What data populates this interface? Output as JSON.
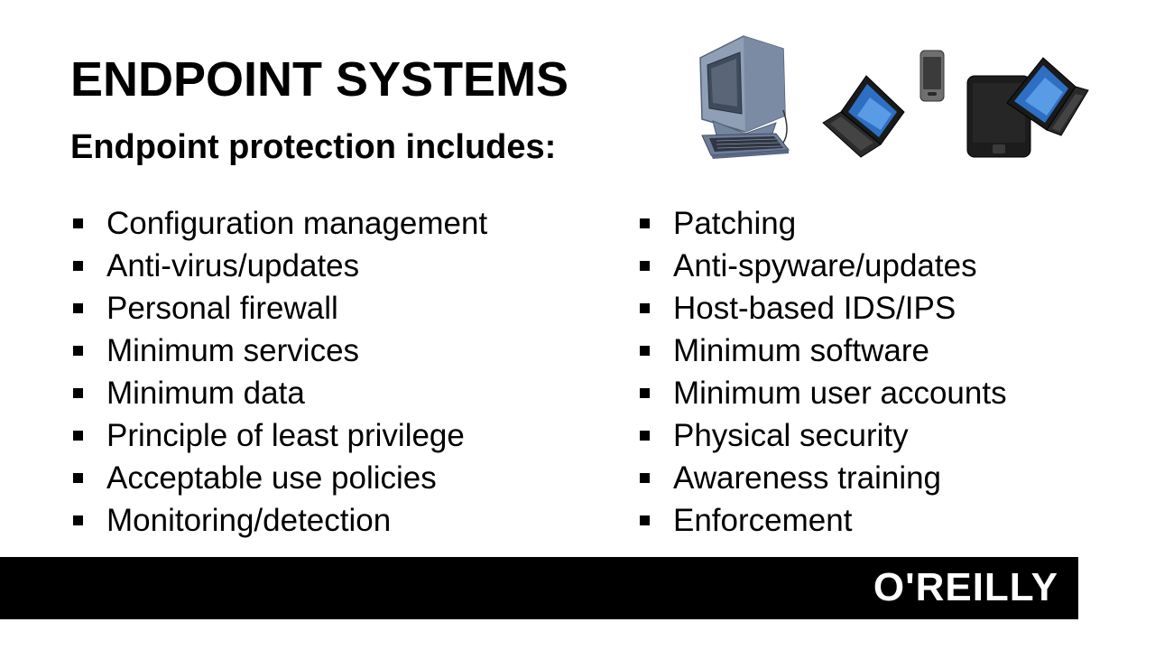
{
  "slide": {
    "title": "ENDPOINT SYSTEMS",
    "subtitle": "Endpoint protection includes:",
    "left_items": [
      "Configuration management",
      "Anti-virus/updates",
      "Personal firewall",
      "Minimum services",
      "Minimum data",
      "Principle of least privilege",
      "Acceptable use policies",
      "Monitoring/detection"
    ],
    "right_items": [
      "Patching",
      "Anti-spyware/updates",
      "Host-based IDS/IPS",
      "Minimum software",
      "Minimum user accounts",
      "Physical security",
      "Awareness training",
      "Enforcement"
    ]
  },
  "footer": {
    "logo_text": "O'REILLY"
  },
  "icons": {
    "devices": [
      "desktop-computer-icon",
      "laptop-icon",
      "smartphone-icon",
      "tablet-icon",
      "laptop-icon"
    ],
    "bullet": "square-bullet-icon"
  },
  "colors": {
    "background": "#ffffff",
    "text": "#000000",
    "footer_bar": "#000000",
    "logo": "#ffffff"
  }
}
